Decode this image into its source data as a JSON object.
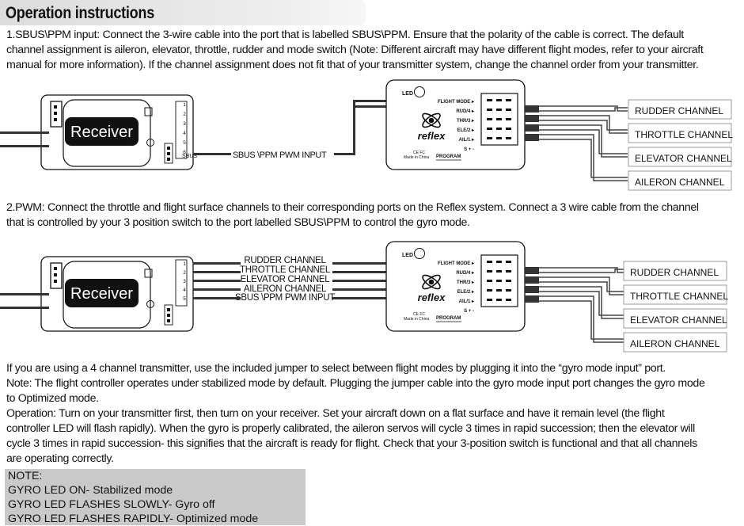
{
  "title": "Operation instructions",
  "section1": {
    "lines": [
      "1.SBUS\\PPM input: Connect the 3-wire cable into the port that is labelled SBUS\\PPM. Ensure that the polarity of the cable is correct. The default",
      "channel assignment is aileron, elevator, throttle, rudder and mode switch (Note: Different aircraft may have different flight modes, refer to your aircraft",
      "manual for more information). If the channel assignment does not fit that of your transmitter system, change the channel order  from your transmitter."
    ]
  },
  "diagram1": {
    "receiver_label": "Receiver",
    "receiver_port_numbers": [
      "1",
      "2",
      "3",
      "4",
      "5",
      "6"
    ],
    "receiver_sbus_label": "SBUS",
    "input_cable_label": "SBUS \\PPM PWM INPUT",
    "reflex_led_label": "LED",
    "reflex_ports": [
      "FLIGHT MODE ▸",
      "RUD/4 ▸",
      "THR/3 ▸",
      "ELE/2 ▸",
      "AIL/1 ▸",
      "S + -"
    ],
    "reflex_brand": "reflex",
    "reflex_cert": "CE FC",
    "reflex_made_in": "Made in China",
    "reflex_program": "PROGRAM",
    "output_channels": [
      "RUDDER CHANNEL",
      "THROTTLE CHANNEL",
      "ELEVATOR CHANNEL",
      "AILERON CHANNEL"
    ]
  },
  "section2": {
    "lines": [
      "2.PWM: Connect the throttle and flight surface channels to their corresponding ports on the Reflex system. Connect a 3 wire cable from the channel",
      "that is controlled by your 3 position switch to the port labelled SBUS\\PPM to control the gyro mode."
    ]
  },
  "diagram2": {
    "receiver_label": "Receiver",
    "receiver_port_numbers": [
      "1",
      "2",
      "3",
      "4",
      "5"
    ],
    "cable_labels": [
      "RUDDER CHANNEL",
      "THROTTLE CHANNEL",
      "ELEVATOR CHANNEL",
      "AILERON CHANNEL",
      "SBUS \\PPM PWM INPUT"
    ],
    "reflex_led_label": "LED",
    "reflex_ports": [
      "FLIGHT MODE ▸",
      "RUD/4 ▸",
      "THR/3 ▸",
      "ELE/2 ▸",
      "AIL/1 ▸",
      "S + -"
    ],
    "reflex_brand": "reflex",
    "reflex_cert": "CE FC",
    "reflex_made_in": "Made in China",
    "reflex_program": "PROGRAM",
    "output_channels": [
      "RUDDER CHANNEL",
      "THROTTLE CHANNEL",
      "ELEVATOR CHANNEL",
      "AILERON CHANNEL"
    ]
  },
  "section3": {
    "lines": [
      "If you are using a 4 channel transmitter, use the included jumper to select between flight modes by plugging it into the “gyro mode input” port.",
      "Note: The flight controller operates under stabilized mode by default. Plugging the jumper cable into the gyro mode input port changes the gyro mode",
      "to Optimized mode.",
      "Operation: Turn on your transmitter first, then turn on your receiver. Set your aircraft down on a flat surface and have it remain level (the flight",
      "controller LED will flash rapidly). When the gyro is properly calibrated, the aileron servos will cycle 3 times in rapid succession; then the elevator will",
      "cycle 3 times in rapid succession- this signifies that the aircraft is ready for flight. Check that your 3-position switch is functional and that all channels",
      "are operating correctly."
    ]
  },
  "note": {
    "lines": [
      "NOTE:",
      "GYRO LED ON- Stabilized mode",
      "GYRO LED FLASHES SLOWLY- Gyro off",
      "GYRO LED FLASHES RAPIDLY- Optimized mode"
    ]
  }
}
